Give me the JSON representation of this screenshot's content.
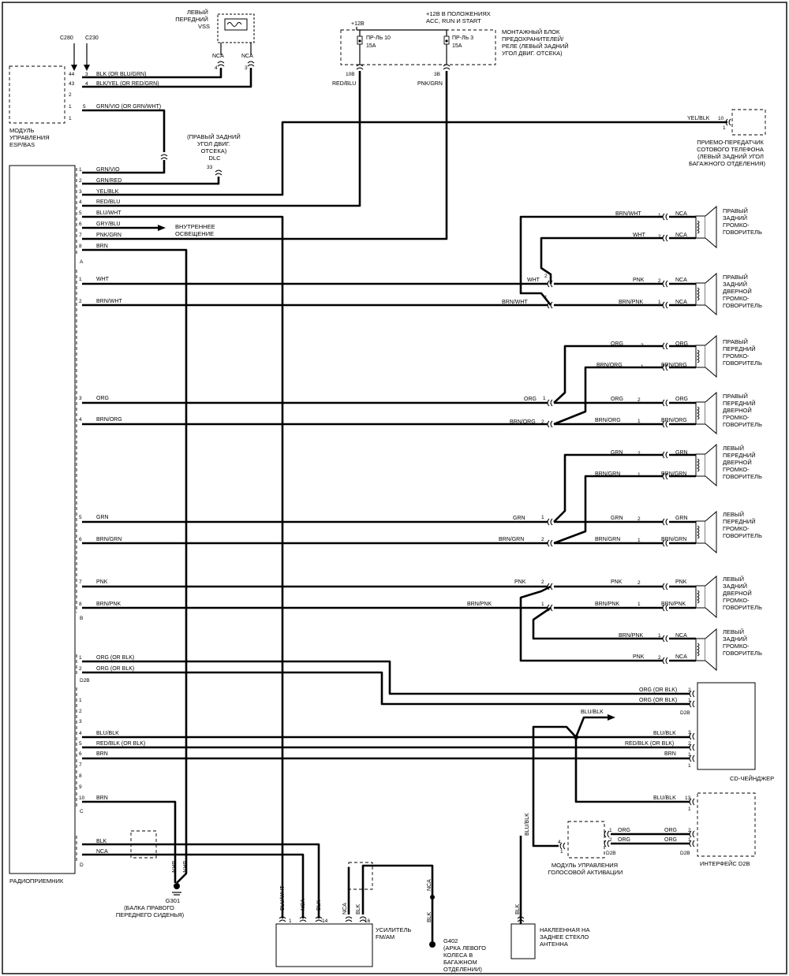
{
  "components": {
    "vss": [
      "ЛЕВЫЙ",
      "ПЕРЕДНИЙ",
      "VSS"
    ],
    "fuse_note": [
      "+12В В ПОЛОЖЕНИЯХ",
      "ACC, RUN И START"
    ],
    "fuse_block": [
      "МОНТАЖНЫЙ БЛОК",
      "ПРЕДОХРАНИТЕЛЕЙ/",
      "РЕЛЕ (ЛЕВЫЙ ЗАДНИЙ",
      "УГОЛ ДВИГ. ОТСЕКА)"
    ],
    "plus12": "+12В",
    "fuse10": [
      "ПР-ЛЬ 10",
      "15A"
    ],
    "fuse3": [
      "ПР-ЛЬ 3",
      "15A"
    ],
    "fuse10_pin": "10В",
    "fuse3_pin": "3В",
    "esp": [
      "МОДУЛЬ",
      "УПРАВЛЕНИЯ",
      "ESP/BAS"
    ],
    "c280": "C280",
    "c230": "C230",
    "dlc": [
      "(ПРАВЫЙ ЗАДНИЙ",
      "УГОЛ ДВИГ.",
      "ОТСЕКА)",
      "DLC"
    ],
    "dlc_pin": "33",
    "phone": [
      "ПРИЕМО-ПЕРЕДАТЧИК",
      "СОТОВОГО ТЕЛЕФОНА",
      "(ЛЕВЫЙ ЗАДНИЙ УГОЛ",
      "БАГАЖНОГО ОТДЕЛЕНИЯ)"
    ],
    "interior": [
      "ВНУТРЕННЕЕ",
      "ОСВЕЩЕНИЕ"
    ],
    "radio": "РАДИОПРИЕМНИК",
    "spk_rr": [
      "ПРАВЫЙ",
      "ЗАДНИЙ",
      "ГРОМКО-",
      "ГОВОРИТЕЛЬ"
    ],
    "spk_rrd": [
      "ПРАВЫЙ",
      "ЗАДНИЙ",
      "ДВЕРНОЙ",
      "ГРОМКО-",
      "ГОВОРИТЕЛЬ"
    ],
    "spk_rf": [
      "ПРАВЫЙ",
      "ПЕРЕДНИЙ",
      "ГРОМКО-",
      "ГОВОРИТЕЛЬ"
    ],
    "spk_rfd": [
      "ПРАВЫЙ",
      "ПЕРЕДНИЙ",
      "ДВЕРНОЙ",
      "ГРОМКО-",
      "ГОВОРИТЕЛЬ"
    ],
    "spk_lfd": [
      "ЛЕВЫЙ",
      "ПЕРЕДНИЙ",
      "ДВЕРНОЙ",
      "ГРОМКО-",
      "ГОВОРИТЕЛЬ"
    ],
    "spk_lf": [
      "ЛЕВЫЙ",
      "ПЕРЕДНИЙ",
      "ГРОМКО-",
      "ГОВОРИТЕЛЬ"
    ],
    "spk_lrd": [
      "ЛЕВЫЙ",
      "ЗАДНИЙ",
      "ДВЕРНОЙ",
      "ГРОМКО-",
      "ГОВОРИТЕЛЬ"
    ],
    "spk_lr": [
      "ЛЕВЫЙ",
      "ЗАДНИЙ",
      "ГРОМКО-",
      "ГОВОРИТЕЛЬ"
    ],
    "cd": "CD-ЧЕЙНДЖЕР",
    "d2b_iface": "ИНТЕРФЕЙС D2B",
    "voice": [
      "МОДУЛЬ УПРАВЛЕНИЯ",
      "ГОЛОСОВОЙ АКТИВАЦИИ"
    ],
    "g301": [
      "G301",
      "(БАЛКА ПРАВОГО",
      "ПЕРЕДНЕГО СИДЕНЬЯ)"
    ],
    "amp": [
      "УСИЛИТЕЛЬ",
      "FM/AM"
    ],
    "g402": [
      "G402",
      "(АРКА ЛЕВОГО",
      "КОЛЕСА В",
      "БАГАЖНОМ",
      "ОТДЕЛЕНИИ)"
    ],
    "antenna": [
      "НАКЛЕЕННАЯ НА",
      "ЗАДНЕЕ СТЕКЛО",
      "АНТЕННА"
    ]
  },
  "connectors": {
    "a": "A",
    "b": "B",
    "c": "C",
    "d": "D",
    "d2b": "D2B"
  },
  "wires": {
    "esp": [
      "BLK (OR BLU/GRN)",
      "BLK/YEL (OR RED/GRN)",
      "GRN/VIO (OR GRN/WHT)"
    ],
    "esp_pins": [
      "44",
      "3",
      "43",
      "4",
      "2",
      "1",
      "5",
      "1"
    ],
    "radio_a": [
      "GRN/VIO",
      "GRN/RED",
      "YEL/BLK",
      "RED/BLU",
      "BLU/WHT",
      "GRY/BLU",
      "PNK/GRN",
      "BRN"
    ],
    "radio_b": [
      "WHT",
      "BRN/WHT",
      "ORG",
      "BRN/ORG",
      "GRN",
      "BRN/GRN",
      "PNK",
      "BRN/PNK"
    ],
    "radio_d2b": [
      "ORG (OR BLK)",
      "ORG (OR BLK)"
    ],
    "radio_c": [
      "BLU/BLK",
      "RED/BLK (OR BLK)",
      "BRN",
      "BRN"
    ],
    "radio_d": [
      "BLK",
      "NCA"
    ],
    "nca": "NCA",
    "red_blu": "RED/BLU",
    "pnk_grn": "PNK/GRN",
    "yel_blk": "YEL/BLK",
    "brn_wht": "BRN/WHT",
    "wht": "WHT",
    "pnk": "PNK",
    "brn_pnk": "BRN/PNK",
    "org": "ORG",
    "brn_org": "BRN/ORG",
    "grn": "GRN",
    "brn_grn": "BRN/GRN",
    "blu_blk": "BLU/BLK",
    "red_blk": "RED/BLK (OR BLK)",
    "brn": "BRN",
    "blu_wht": "BLU/WHT",
    "blk": "BLK",
    "org_or_blk": "ORG (OR BLK)"
  },
  "colors": {
    "line": "#000000",
    "background": "#ffffff"
  }
}
